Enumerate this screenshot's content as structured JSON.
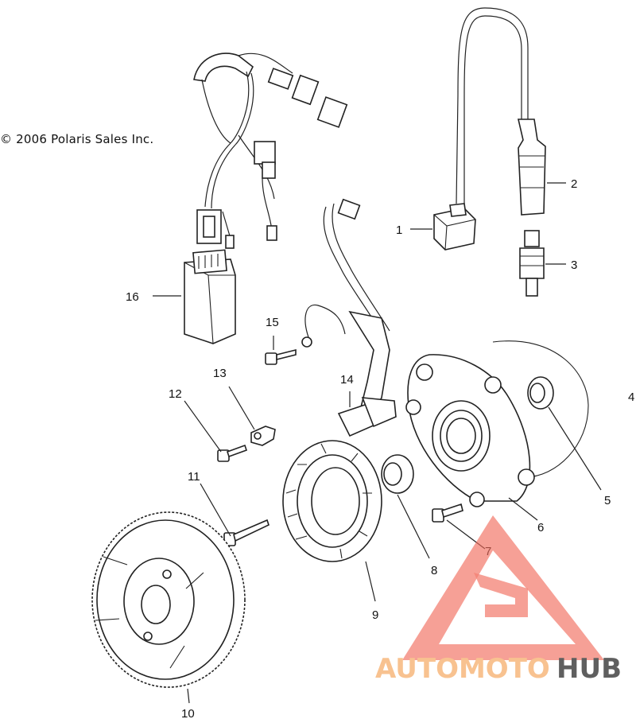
{
  "copyright": "© 2006 Polaris Sales Inc.",
  "callouts": [
    "1",
    "2",
    "3",
    "4",
    "5",
    "6",
    "7",
    "8",
    "9",
    "10",
    "11",
    "12",
    "13",
    "14",
    "15",
    "16"
  ],
  "watermark": {
    "brand_part1": "AUTOMOTO",
    "brand_part2": "HUB",
    "color_accent": "#f26b5b",
    "color_secondary": "#f7b87d",
    "color_dark": "#444444"
  }
}
